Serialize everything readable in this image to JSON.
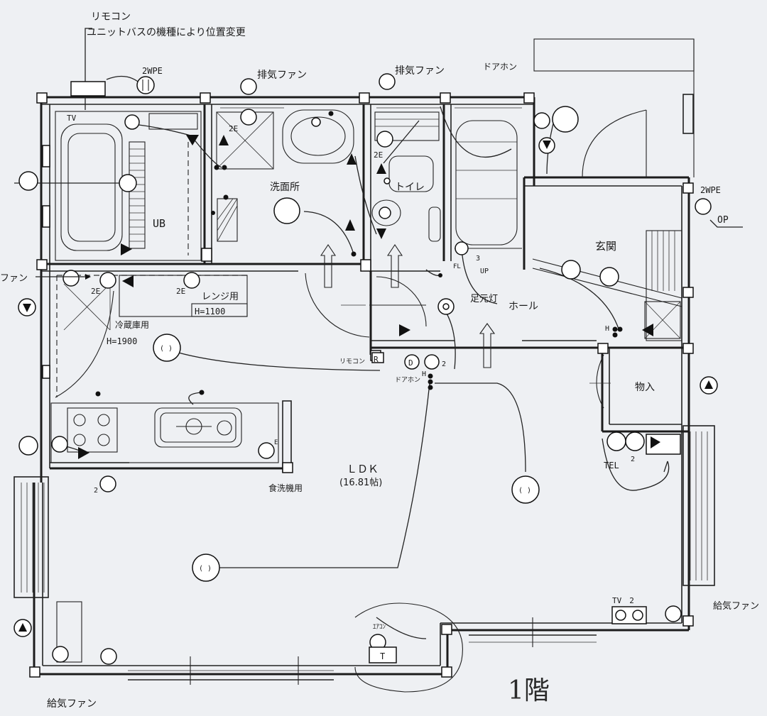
{
  "labels": {
    "remote_top": "リモコン",
    "unitbath_note": "ユニットバスの機種により位置変更",
    "wpe_top": "2WPE",
    "exhaust_fan_1": "排気ファン",
    "exhaust_fan_2": "排気ファン",
    "door_phone_top": "ドアホン",
    "wpe_right": "2WPE",
    "op": "OP",
    "ub": "UB",
    "tv_bath": "TV",
    "e2_wash": "2E",
    "e2_toilet": "2E",
    "e2_kitchen_a": "2E",
    "e2_kitchen_b": "2E",
    "senmen": "洗面所",
    "toilet": "トイレ",
    "genkan": "玄関",
    "range": "レンジ用",
    "range_h": "H=1100",
    "fridge": "冷蔵庫用",
    "fridge_h": "H=1900",
    "fan_left_partial": "ファン",
    "ashimoto": "足元灯",
    "hall": "ホール",
    "remocon_r": "リモコン",
    "r_mark": "R",
    "door_phone_mid": "ドアホン",
    "d_mark": "D",
    "h_mark_mid": "H",
    "n2_mid": "2",
    "h_mark_hall": "H",
    "fl": "FL",
    "n3": "3",
    "up": "UP",
    "monoire": "物入",
    "tel": "TEL",
    "n2_tel": "2",
    "dishwasher": "食洗機用",
    "e_dish": "E",
    "n2_kitchen": "2",
    "ldk": "ＬＤＫ",
    "ldk_area": "(16.81帖)",
    "tv2": "TV　2",
    "supply_fan_right": "給気ファン",
    "supply_fan_bottom": "給気ファン",
    "eakon": "ｴｱｺﾝ",
    "t_mark": "T",
    "floor_note": "1階",
    "light_paren": "( )"
  },
  "colors": {
    "paper": "#eef0f3",
    "ink": "#1c1c1c"
  }
}
